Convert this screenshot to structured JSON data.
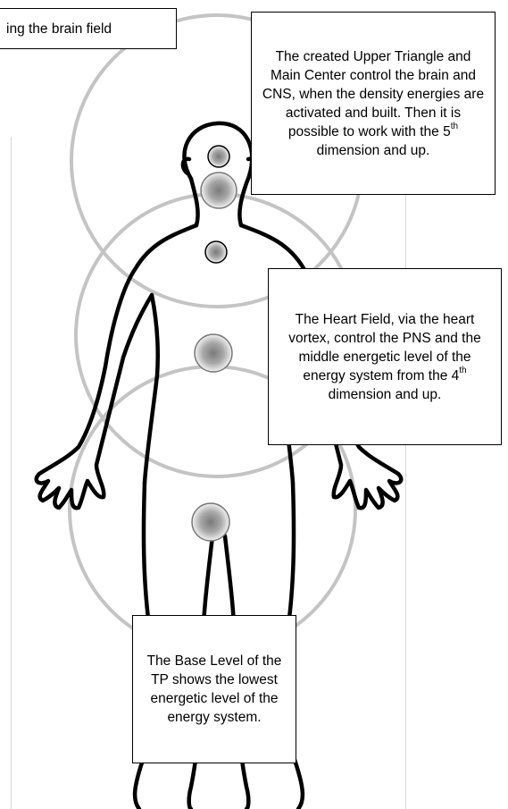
{
  "callouts": {
    "brain_field": {
      "text": "ing the brain field"
    },
    "upper_triangle": {
      "pre": "The created Upper Triangle and Main Center control the brain and CNS, when the density energies are activated and built. Then it is possible to work with the 5",
      "sup": "th",
      "post": " dimension and up."
    },
    "heart_field": {
      "pre": "The Heart Field, via the heart vortex, control the PNS and the middle energetic level of the energy system from the 4",
      "sup": "th",
      "post": " dimension and up."
    },
    "base_level": {
      "text": "The Base Level of the TP shows the lowest energetic level of the energy system."
    }
  },
  "colors": {
    "field_circle": "#c4c4c4",
    "body_outline": "#000000",
    "center_fill": "#8a8a8a",
    "callout_border": "#000000"
  },
  "centers": [
    {
      "name": "crown-center",
      "size": "small"
    },
    {
      "name": "head-center",
      "size": "large"
    },
    {
      "name": "throat-center",
      "size": "small"
    },
    {
      "name": "heart-center",
      "size": "large"
    },
    {
      "name": "base-center",
      "size": "large"
    }
  ]
}
